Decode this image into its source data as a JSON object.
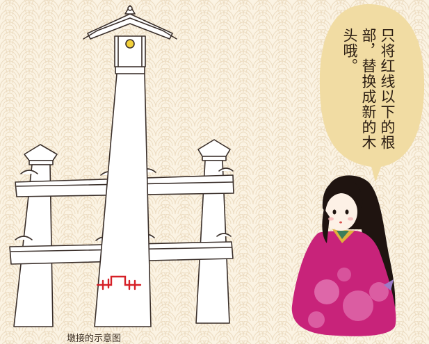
{
  "caption": "墩接的示意图",
  "speech_bubble": {
    "text": "只将红线以下的根部，替换成新的木头哦。"
  },
  "colors": {
    "background": "#fbf3e3",
    "wave_pattern": "#ead9bd",
    "bubble_fill": "#f1dca3",
    "line_ink": "#3a2f2a",
    "red_mark": "#d62027",
    "kimono": "#c8237a",
    "hair": "#1f1410"
  },
  "icons": {
    "pillar": "torii-style-pillar",
    "figure": "kimono-girl-illustration"
  }
}
